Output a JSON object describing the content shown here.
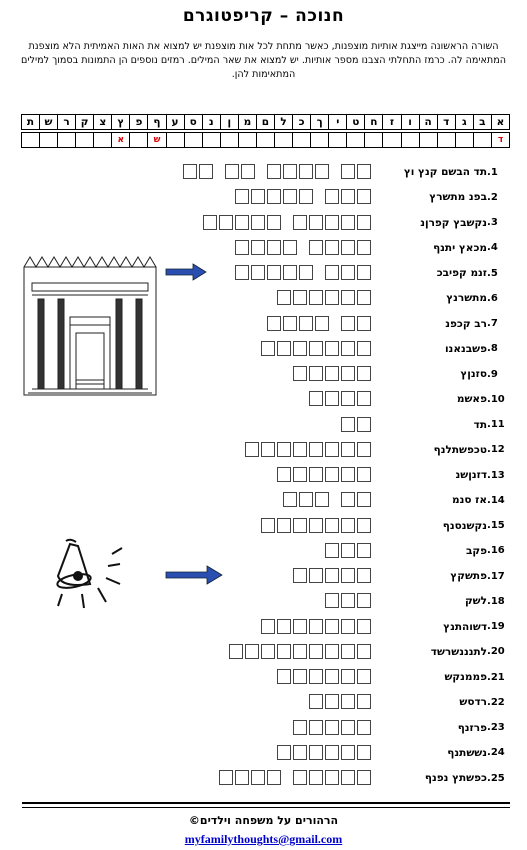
{
  "title": "חנוכה – קריפטוגרם",
  "instructions": "השורה הראשונה מייצגת אותיות מוצפנות, כאשר מתחת לכל אות מוצפנת יש למצוא את האות האמיתית הלא מוצפנת המתאימה לה. כרמז התחלתי הצבנו מספר אותיות. יש למצוא את שאר המילים. רמזים נוספים הן התמונות בסמוך למילים המתאימות להן.",
  "key_letters": [
    "א",
    "ב",
    "ג",
    "ד",
    "ה",
    "ו",
    "ז",
    "ח",
    "ט",
    "י",
    "ך",
    "כ",
    "ל",
    "ם",
    "מ",
    "ן",
    "נ",
    "ס",
    "ע",
    "ף",
    "פ",
    "ץ",
    "צ",
    "ק",
    "ר",
    "ש",
    "ת"
  ],
  "key_answers": {
    "0": "ד",
    "19": "ש",
    "21": "א"
  },
  "clues": [
    {
      "num": "1.",
      "text": "תד הבשם קנץ וץ",
      "groups": [
        2,
        4,
        2,
        2
      ]
    },
    {
      "num": "2.",
      "text": "בפנ מתשרץ",
      "groups": [
        3,
        5
      ]
    },
    {
      "num": "3.",
      "text": "נקשבץ קפרןנ",
      "groups": [
        5,
        5
      ]
    },
    {
      "num": "4.",
      "text": "מכאץ יתנף",
      "groups": [
        4,
        4
      ]
    },
    {
      "num": "5.",
      "text": "זנמ קפיבכ",
      "groups": [
        3,
        5
      ]
    },
    {
      "num": "6.",
      "text": "מתשרנץ",
      "groups": [
        6
      ]
    },
    {
      "num": "7.",
      "text": "רב קכפנ",
      "groups": [
        2,
        4
      ]
    },
    {
      "num": "8.",
      "text": "פשבנאנו",
      "groups": [
        7
      ]
    },
    {
      "num": "9.",
      "text": "סזנןץ",
      "groups": [
        5
      ]
    },
    {
      "num": "10.",
      "text": "פאשמ",
      "groups": [
        4
      ]
    },
    {
      "num": "11.",
      "text": "תד",
      "groups": [
        2
      ]
    },
    {
      "num": "12.",
      "text": "טכפשתלנף",
      "groups": [
        8
      ]
    },
    {
      "num": "13.",
      "text": "דזנןשנ",
      "groups": [
        6
      ]
    },
    {
      "num": "14.",
      "text": "אז סנמ",
      "groups": [
        2,
        3
      ]
    },
    {
      "num": "15.",
      "text": "נקשנסנף",
      "groups": [
        7
      ]
    },
    {
      "num": "16.",
      "text": "פקב",
      "groups": [
        3
      ]
    },
    {
      "num": "17.",
      "text": "פתשקץ",
      "groups": [
        5
      ]
    },
    {
      "num": "18.",
      "text": "לשק",
      "groups": [
        3
      ]
    },
    {
      "num": "19.",
      "text": "דשוהתנץ",
      "groups": [
        7
      ]
    },
    {
      "num": "20.",
      "text": "לתנננשרשד",
      "groups": [
        9
      ]
    },
    {
      "num": "21.",
      "text": "פממנקש",
      "groups": [
        6
      ]
    },
    {
      "num": "22.",
      "text": "רדסש",
      "groups": [
        4
      ]
    },
    {
      "num": "23.",
      "text": "פרזנף",
      "groups": [
        5
      ]
    },
    {
      "num": "24.",
      "text": "נששתנף",
      "groups": [
        6
      ]
    },
    {
      "num": "25.",
      "text": "כפשתץ נפנף",
      "groups": [
        5,
        4
      ]
    }
  ],
  "footer_credit": "הרהורים על משפחה וילדים©",
  "footer_email": "myfamilythoughts@gmail.com"
}
